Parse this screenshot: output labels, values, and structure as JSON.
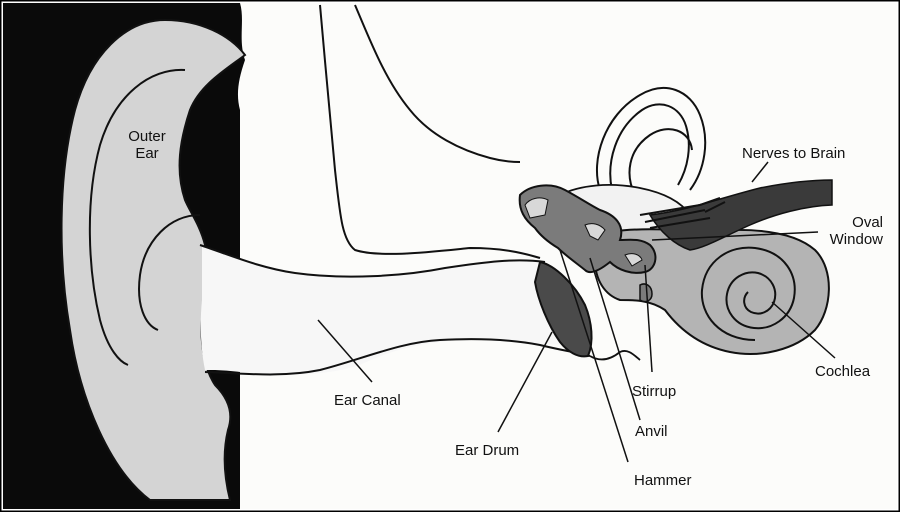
{
  "labels": {
    "outer_ear": [
      "Outer",
      "Ear"
    ],
    "ear_canal": "Ear Canal",
    "ear_drum": "Ear Drum",
    "hammer": "Hammer",
    "anvil": "Anvil",
    "stirrup": "Stirrup",
    "cochlea": "Cochlea",
    "oval_window": [
      "Oval",
      "Window"
    ],
    "nerves_to_brain": "Nerves to Brain"
  },
  "colors": {
    "background_dark": "#0a0a0a",
    "paper": "#fcfcfa",
    "outer_ear_fill": "#d4d4d4",
    "canal_fill": "#f7f7f7",
    "ossicle_fill": "#7b7b7b",
    "cochlea_fill": "#b4b4b4",
    "nerve_fill": "#3a3a3a",
    "line": "#111111"
  }
}
